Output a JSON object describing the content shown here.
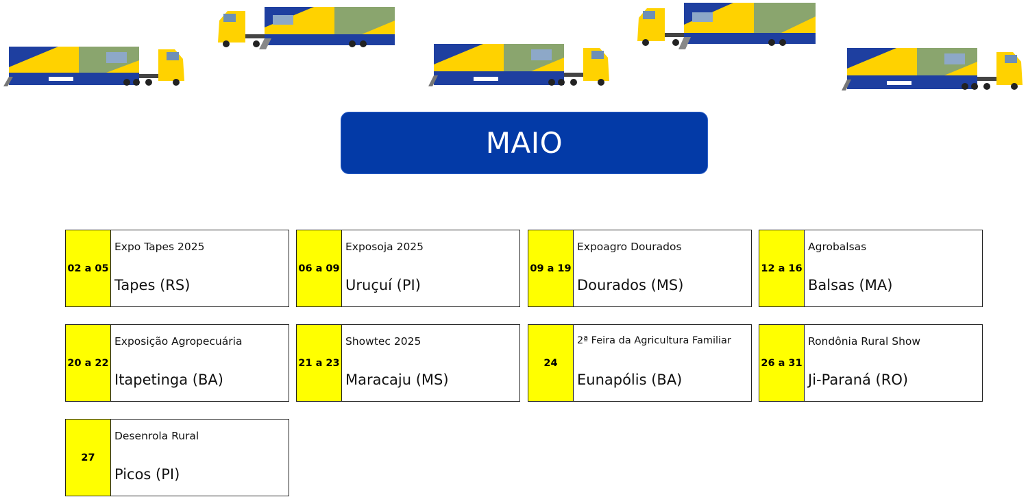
{
  "month_title": "MAIO",
  "colors": {
    "banner": "#033aa7",
    "date_cell": "#ffff00",
    "truck_yellow": "#ffd200",
    "truck_blue": "#1e3fa0"
  },
  "trucks": [
    {
      "icon": "truck-icon",
      "facing": "right"
    },
    {
      "icon": "truck-icon",
      "facing": "left"
    },
    {
      "icon": "truck-icon",
      "facing": "right"
    },
    {
      "icon": "truck-icon",
      "facing": "left"
    },
    {
      "icon": "truck-icon",
      "facing": "right"
    }
  ],
  "events": [
    {
      "date": "02 a 05",
      "event": "Expo Tapes 2025",
      "city": "Tapes (RS)"
    },
    {
      "date": "06 a 09",
      "event": "Exposoja 2025",
      "city": "Uruçuí (PI)"
    },
    {
      "date": "09 a 19",
      "event": "Expoagro Dourados",
      "city": "Dourados (MS)"
    },
    {
      "date": "12 a 16",
      "event": "Agrobalsas",
      "city": "Balsas (MA)"
    },
    {
      "date": "20 a 22",
      "event": "Exposição Agropecuária",
      "city": "Itapetinga (BA)"
    },
    {
      "date": "21 a 23",
      "event": "Showtec 2025",
      "city": "Maracaju (MS)"
    },
    {
      "date": "24",
      "event": "2ª Feira da Agricultura Familiar",
      "city": "Eunapólis (BA)"
    },
    {
      "date": "26 a 31",
      "event": "Rondônia Rural Show",
      "city": "Ji-Paraná (RO)"
    },
    {
      "date": "27",
      "event": "Desenrola Rural",
      "city": "Picos (PI)"
    }
  ]
}
